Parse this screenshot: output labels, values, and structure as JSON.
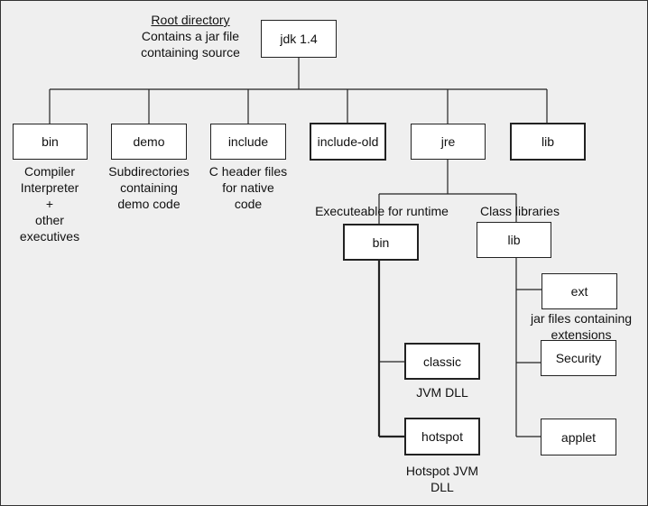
{
  "root": {
    "label": "jdk 1.4",
    "caption_title": "Root directory",
    "caption_lines": [
      "Contains a jar file",
      "containing source"
    ]
  },
  "top_nodes": [
    {
      "label": "bin",
      "caption": [
        "Compiler",
        "Interpreter",
        "+",
        "other",
        "executives"
      ]
    },
    {
      "label": "demo",
      "caption": [
        "Subdirectories",
        "containing",
        "demo code"
      ]
    },
    {
      "label": "include",
      "caption": [
        "C header files",
        "for native",
        "code"
      ]
    },
    {
      "label": "include-old",
      "caption": []
    },
    {
      "label": "jre",
      "caption": []
    },
    {
      "label": "lib",
      "caption": []
    }
  ],
  "jre": {
    "bin": {
      "label": "bin",
      "caption": "Executeable for runtime",
      "children": [
        {
          "label": "classic",
          "caption": [
            "JVM DLL"
          ]
        },
        {
          "label": "hotspot",
          "caption": [
            "Hotspot JVM",
            "DLL"
          ]
        }
      ]
    },
    "lib": {
      "label": "lib",
      "caption": "Class libraries",
      "children": [
        {
          "label": "ext",
          "caption": [
            "jar files containing",
            "extensions"
          ]
        },
        {
          "label": "Security",
          "caption": []
        },
        {
          "label": "applet",
          "caption": []
        }
      ]
    }
  }
}
